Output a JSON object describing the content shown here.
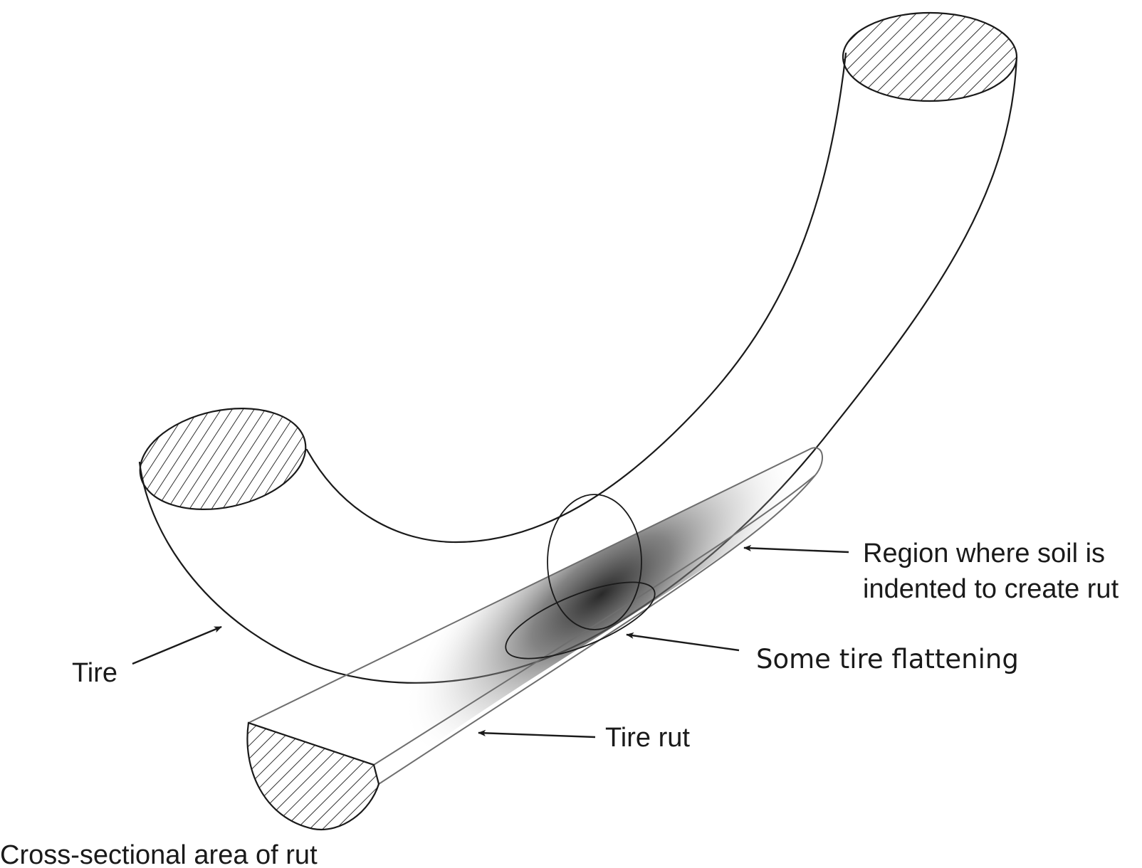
{
  "labels": {
    "tire": "Tire",
    "region_line1": "Region where soil is",
    "region_line2": "indented to create rut",
    "flattening": "Some tire flattening",
    "tire_rut": "Tire rut",
    "cross_section": "Cross-sectional area of rut"
  }
}
